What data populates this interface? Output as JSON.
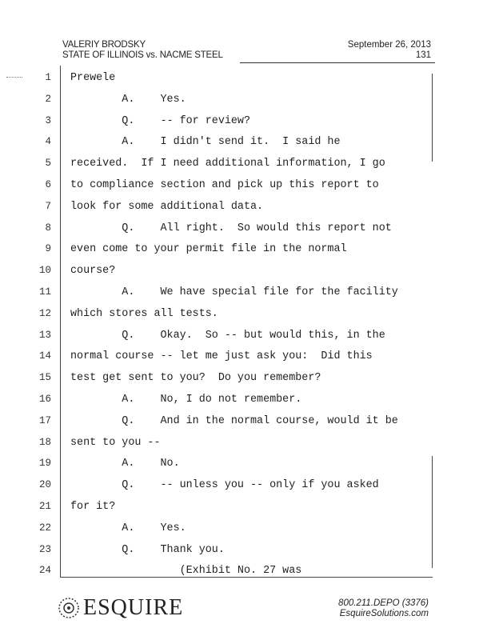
{
  "header": {
    "witness": "VALERIY BRODSKY",
    "case": "STATE OF ILLINOIS vs. NACME STEEL",
    "date": "September 26, 2013",
    "page_number": "131"
  },
  "lines": [
    {
      "n": "1",
      "text": "Prewele"
    },
    {
      "n": "2",
      "text": "        A.    Yes."
    },
    {
      "n": "3",
      "text": "        Q.    -- for review?"
    },
    {
      "n": "4",
      "text": "        A.    I didn't send it.  I said he"
    },
    {
      "n": "5",
      "text": "received.  If I need additional information, I go"
    },
    {
      "n": "6",
      "text": "to compliance section and pick up this report to"
    },
    {
      "n": "7",
      "text": "look for some additional data."
    },
    {
      "n": "8",
      "text": "        Q.    All right.  So would this report not"
    },
    {
      "n": "9",
      "text": "even come to your permit file in the normal"
    },
    {
      "n": "10",
      "text": "course?"
    },
    {
      "n": "11",
      "text": "        A.    We have special file for the facility"
    },
    {
      "n": "12",
      "text": "which stores all tests."
    },
    {
      "n": "13",
      "text": "        Q.    Okay.  So -- but would this, in the"
    },
    {
      "n": "14",
      "text": "normal course -- let me just ask you:  Did this"
    },
    {
      "n": "15",
      "text": "test get sent to you?  Do you remember?"
    },
    {
      "n": "16",
      "text": "        A.    No, I do not remember."
    },
    {
      "n": "17",
      "text": "        Q.    And in the normal course, would it be"
    },
    {
      "n": "18",
      "text": "sent to you --"
    },
    {
      "n": "19",
      "text": "        A.    No."
    },
    {
      "n": "20",
      "text": "        Q.    -- unless you -- only if you asked"
    },
    {
      "n": "21",
      "text": "for it?"
    },
    {
      "n": "22",
      "text": "        A.    Yes."
    },
    {
      "n": "23",
      "text": "        Q.    Thank you."
    },
    {
      "n": "24",
      "text": "                 (Exhibit No. 27 was"
    }
  ],
  "footer": {
    "logo_text": "ESQUIRE",
    "logo_icon": "esquire-emblem-icon",
    "phone": "800.211.DEPO (3376)",
    "website": "EsquireSolutions.com"
  }
}
